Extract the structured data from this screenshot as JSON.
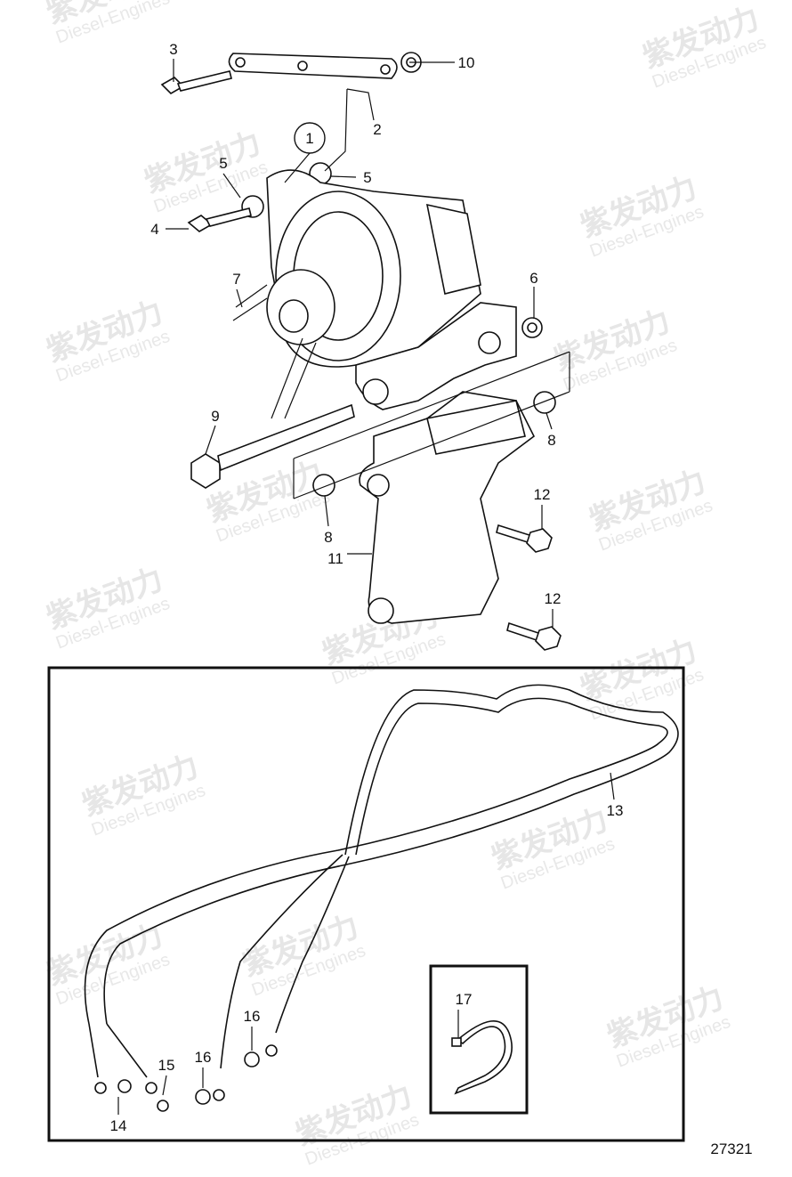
{
  "watermark": {
    "text_cn": "紫发动力",
    "text_en": "Diesel-Engines"
  },
  "drawing_number": "27321",
  "callouts": {
    "c1": "1",
    "c2": "2",
    "c3": "3",
    "c4": "4",
    "c5a": "5",
    "c5b": "5",
    "c6": "6",
    "c7": "7",
    "c8a": "8",
    "c8b": "8",
    "c9": "9",
    "c10": "10",
    "c11": "11",
    "c12a": "12",
    "c12b": "12",
    "c13": "13",
    "c14": "14",
    "c15": "15",
    "c16a": "16",
    "c16b": "16",
    "c17": "17"
  }
}
